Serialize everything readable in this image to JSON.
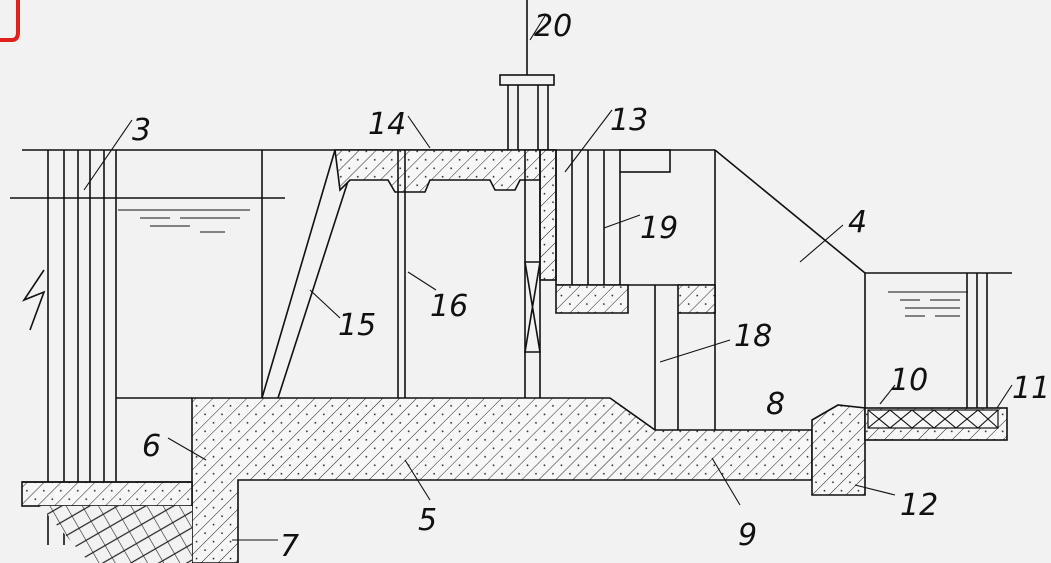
{
  "diagram": {
    "labels": [
      {
        "id": "3",
        "text": "3"
      },
      {
        "id": "4",
        "text": "4"
      },
      {
        "id": "5",
        "text": "5"
      },
      {
        "id": "6",
        "text": "6"
      },
      {
        "id": "7",
        "text": "7"
      },
      {
        "id": "8",
        "text": "8"
      },
      {
        "id": "9",
        "text": "9"
      },
      {
        "id": "10",
        "text": "10"
      },
      {
        "id": "11",
        "text": "11"
      },
      {
        "id": "12",
        "text": "12"
      },
      {
        "id": "13",
        "text": "13"
      },
      {
        "id": "14",
        "text": "14"
      },
      {
        "id": "15",
        "text": "15"
      },
      {
        "id": "16",
        "text": "16"
      },
      {
        "id": "18",
        "text": "18"
      },
      {
        "id": "19",
        "text": "19"
      },
      {
        "id": "20",
        "text": "20"
      }
    ],
    "colors": {
      "line": "#111111",
      "background": "#f2f2f2",
      "corner_mark": "#e0201a"
    }
  }
}
